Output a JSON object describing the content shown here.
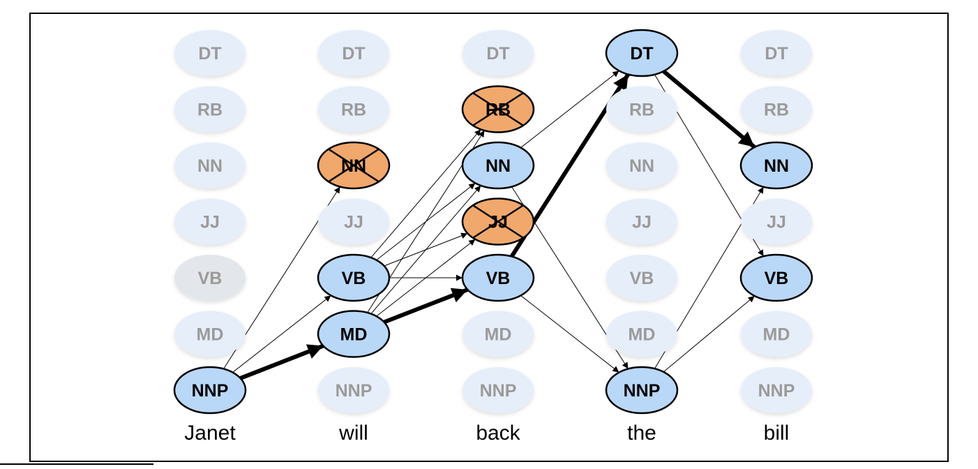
{
  "diagram": {
    "columns": [
      {
        "word": "Janet",
        "tags": [
          "DT",
          "RB",
          "NN",
          "JJ",
          "VB",
          "MD",
          "NNP"
        ],
        "states": [
          "inactive",
          "inactive",
          "inactive",
          "inactive",
          "grey",
          "inactive",
          "active"
        ]
      },
      {
        "word": "will",
        "tags": [
          "DT",
          "RB",
          "NN",
          "JJ",
          "VB",
          "MD",
          "NNP"
        ],
        "states": [
          "inactive",
          "inactive",
          "pruned",
          "inactive",
          "active",
          "active",
          "inactive"
        ]
      },
      {
        "word": "back",
        "tags": [
          "DT",
          "RB",
          "NN",
          "JJ",
          "VB",
          "MD",
          "NNP"
        ],
        "states": [
          "inactive",
          "pruned",
          "active",
          "pruned",
          "active",
          "inactive",
          "inactive"
        ]
      },
      {
        "word": "the",
        "tags": [
          "DT",
          "RB",
          "NN",
          "JJ",
          "VB",
          "MD",
          "NNP"
        ],
        "states": [
          "active",
          "inactive",
          "inactive",
          "inactive",
          "inactive",
          "inactive",
          "active"
        ]
      },
      {
        "word": "bill",
        "tags": [
          "DT",
          "RB",
          "NN",
          "JJ",
          "VB",
          "MD",
          "NNP"
        ],
        "states": [
          "inactive",
          "inactive",
          "active",
          "inactive",
          "active",
          "inactive",
          "inactive"
        ]
      }
    ],
    "edges": [
      {
        "from": [
          0,
          "NNP"
        ],
        "to": [
          1,
          "NN"
        ],
        "bold": false
      },
      {
        "from": [
          0,
          "NNP"
        ],
        "to": [
          1,
          "VB"
        ],
        "bold": false
      },
      {
        "from": [
          0,
          "NNP"
        ],
        "to": [
          1,
          "MD"
        ],
        "bold": true
      },
      {
        "from": [
          1,
          "VB"
        ],
        "to": [
          2,
          "RB"
        ],
        "bold": false
      },
      {
        "from": [
          1,
          "VB"
        ],
        "to": [
          2,
          "NN"
        ],
        "bold": false
      },
      {
        "from": [
          1,
          "VB"
        ],
        "to": [
          2,
          "JJ"
        ],
        "bold": false
      },
      {
        "from": [
          1,
          "VB"
        ],
        "to": [
          2,
          "VB"
        ],
        "bold": false
      },
      {
        "from": [
          1,
          "MD"
        ],
        "to": [
          2,
          "RB"
        ],
        "bold": false
      },
      {
        "from": [
          1,
          "MD"
        ],
        "to": [
          2,
          "NN"
        ],
        "bold": false
      },
      {
        "from": [
          1,
          "MD"
        ],
        "to": [
          2,
          "JJ"
        ],
        "bold": false
      },
      {
        "from": [
          1,
          "MD"
        ],
        "to": [
          2,
          "VB"
        ],
        "bold": true
      },
      {
        "from": [
          2,
          "NN"
        ],
        "to": [
          3,
          "DT"
        ],
        "bold": false
      },
      {
        "from": [
          2,
          "NN"
        ],
        "to": [
          3,
          "NNP"
        ],
        "bold": false
      },
      {
        "from": [
          2,
          "VB"
        ],
        "to": [
          3,
          "DT"
        ],
        "bold": true
      },
      {
        "from": [
          2,
          "VB"
        ],
        "to": [
          3,
          "NNP"
        ],
        "bold": false
      },
      {
        "from": [
          3,
          "DT"
        ],
        "to": [
          4,
          "NN"
        ],
        "bold": true
      },
      {
        "from": [
          3,
          "DT"
        ],
        "to": [
          4,
          "VB"
        ],
        "bold": false
      },
      {
        "from": [
          3,
          "NNP"
        ],
        "to": [
          4,
          "NN"
        ],
        "bold": false
      },
      {
        "from": [
          3,
          "NNP"
        ],
        "to": [
          4,
          "VB"
        ],
        "bold": false
      }
    ],
    "colors": {
      "active_fill": "#b9d7f7",
      "inactive_fill": "#e6eef9",
      "grey_fill": "#e3e6ea",
      "pruned_fill": "#f0a86c",
      "inactive_text": "#9a9a9a",
      "active_text": "#000000"
    }
  }
}
